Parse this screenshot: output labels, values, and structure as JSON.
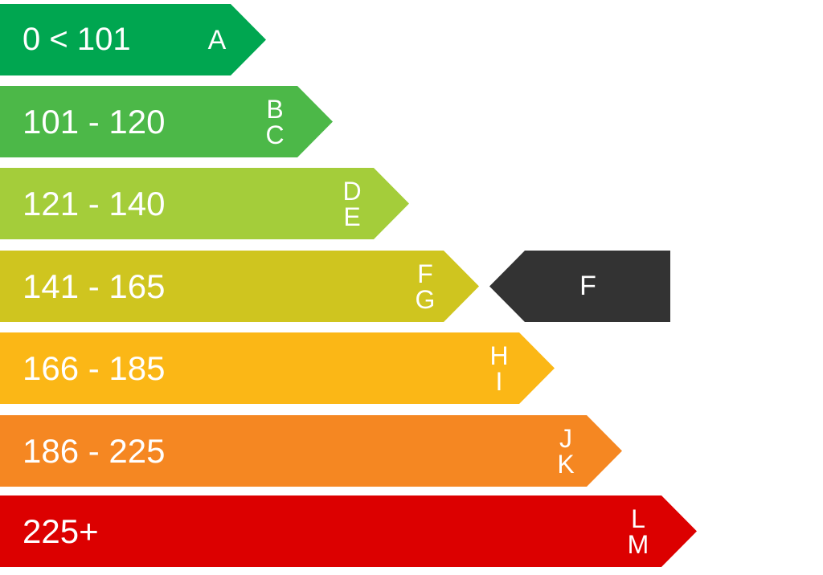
{
  "bands": [
    {
      "range": "0 < 101",
      "letters": [
        "A"
      ],
      "color": "#00a650"
    },
    {
      "range": "101 - 120",
      "letters": [
        "B",
        "C"
      ],
      "color": "#4cb848"
    },
    {
      "range": "121 - 140",
      "letters": [
        "D",
        "E"
      ],
      "color": "#a4cd3a"
    },
    {
      "range": "141 - 165",
      "letters": [
        "F",
        "G"
      ],
      "color": "#cfc51f"
    },
    {
      "range": "166 - 185",
      "letters": [
        "H",
        "I"
      ],
      "color": "#fbb716"
    },
    {
      "range": "186 - 225",
      "letters": [
        "J",
        "K"
      ],
      "color": "#f58722"
    },
    {
      "range": "225+",
      "letters": [
        "L",
        "M"
      ],
      "color": "#dc0000"
    }
  ],
  "indicator": {
    "label": "F",
    "color": "#333333",
    "band_index": 3
  }
}
